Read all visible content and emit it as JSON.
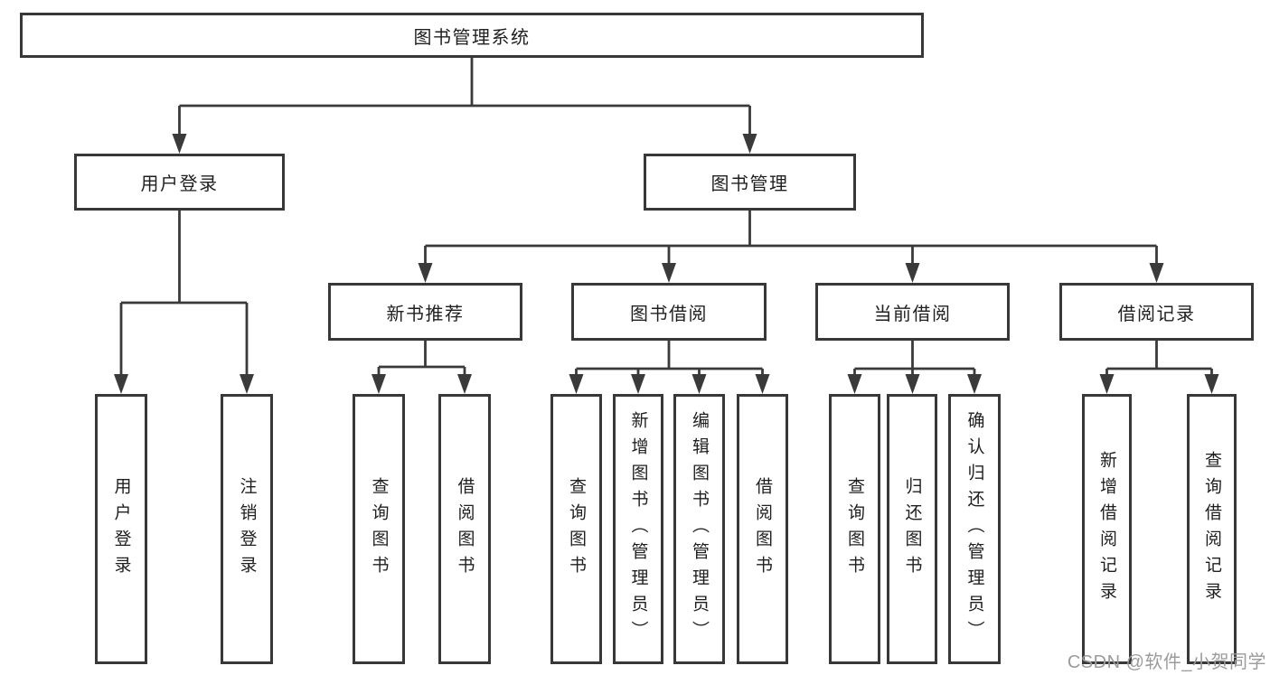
{
  "diagram_title": "图书管理系统",
  "tree": {
    "label": "图书管理系统",
    "children": [
      {
        "label": "用户登录",
        "children": [
          {
            "label": "用户登录"
          },
          {
            "label": "注销登录"
          }
        ]
      },
      {
        "label": "图书管理",
        "children": [
          {
            "label": "新书推荐",
            "children": [
              {
                "label": "查询图书"
              },
              {
                "label": "借阅图书"
              }
            ]
          },
          {
            "label": "图书借阅",
            "children": [
              {
                "label": "查询图书"
              },
              {
                "label": "新增图书（管理员）"
              },
              {
                "label": "编辑图书（管理员）"
              },
              {
                "label": "借阅图书"
              }
            ]
          },
          {
            "label": "当前借阅",
            "children": [
              {
                "label": "查询图书"
              },
              {
                "label": "归还图书"
              },
              {
                "label": "确认归还（管理员）"
              }
            ]
          },
          {
            "label": "借阅记录",
            "children": [
              {
                "label": "新增借阅记录"
              },
              {
                "label": "查询借阅记录"
              }
            ]
          }
        ]
      }
    ]
  },
  "watermark": {
    "text": "CSDN @软件_小贺同学"
  },
  "colors": {
    "line": "#3a3a3a",
    "box_border": "#383838",
    "text": "#1f1f1f",
    "watermark": "#9b9b9b",
    "background": "#ffffff"
  }
}
